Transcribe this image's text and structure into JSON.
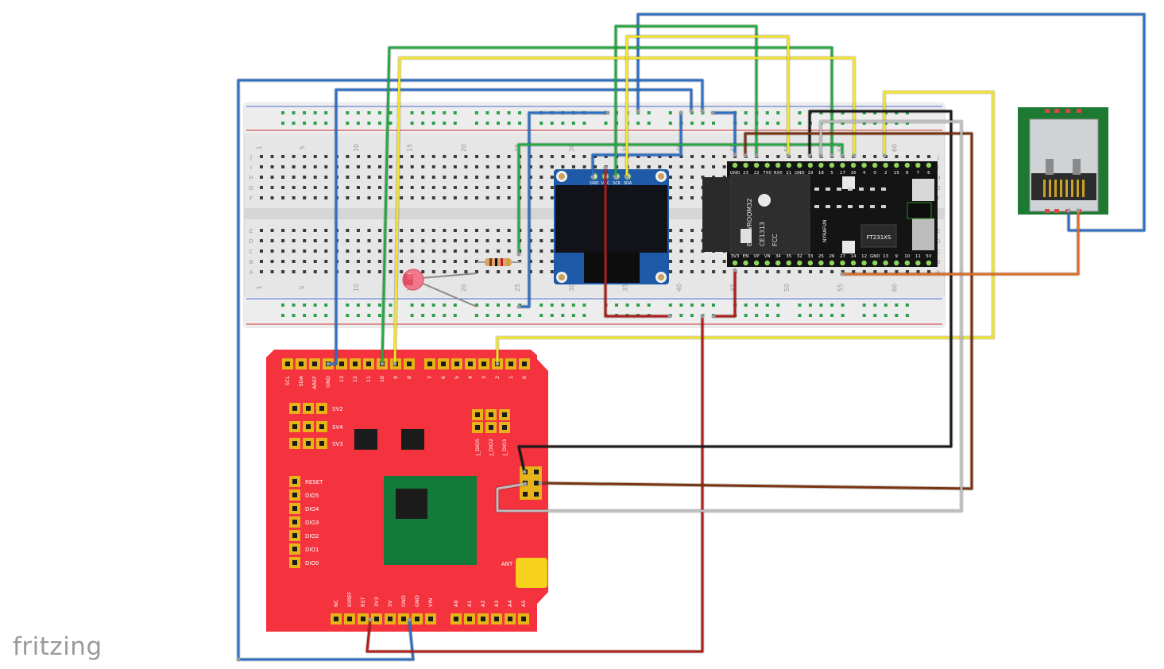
{
  "app": {
    "brand": "fritzing"
  },
  "breadboard": {
    "column_numbers": [
      "1",
      "5",
      "10",
      "15",
      "20",
      "25",
      "30",
      "35",
      "40",
      "45",
      "50",
      "55",
      "60"
    ],
    "row_letters_top": [
      "J",
      "I",
      "H",
      "G",
      "F"
    ],
    "row_letters_bottom": [
      "E",
      "D",
      "C",
      "B",
      "A"
    ]
  },
  "oled": {
    "pins": [
      "GND",
      "VCC",
      "SCK",
      "SDA"
    ]
  },
  "esp32": {
    "module_text": [
      "ESP-WROOM32",
      "CE1313",
      "FCC"
    ],
    "bridge_chip": "FT231XS",
    "brand": "NYRAFUN",
    "top_pins": [
      "GND",
      "23",
      "22",
      "TX0",
      "RX0",
      "21",
      "GND",
      "19",
      "18",
      "5",
      "17",
      "16",
      "4",
      "0",
      "2",
      "15",
      "8",
      "7",
      "6"
    ],
    "bottom_pins": [
      "3V3",
      "EN",
      "VP",
      "VN",
      "34",
      "35",
      "32",
      "33",
      "25",
      "26",
      "27",
      "14",
      "12",
      "GND",
      "13",
      "9",
      "10",
      "11",
      "5V"
    ]
  },
  "shield": {
    "digital_labels": [
      "SCL",
      "SDA",
      "AREF",
      "GND",
      "13",
      "12",
      "11",
      "10",
      "9",
      "8",
      "7",
      "6",
      "5",
      "4",
      "3",
      "2",
      "1",
      "0"
    ],
    "sv_labels": [
      "SV2",
      "SV4",
      "SV3"
    ],
    "jdio_labels": [
      "J_DIO5",
      "J_DIO2",
      "J_DIO1"
    ],
    "dio_labels": [
      "RESET",
      "DIO5",
      "DIO4",
      "DIO3",
      "DIO2",
      "DIO1",
      "DIO0"
    ],
    "power_labels": [
      "NC",
      "IOREF",
      "RST",
      "3V3",
      "5V",
      "GND",
      "GND",
      "VIN"
    ],
    "analog_labels": [
      "A0",
      "A1",
      "A2",
      "A3",
      "A4",
      "A5"
    ],
    "ant_label": "ANT"
  },
  "colors": {
    "wire_blue": "#2f6fc4",
    "wire_green": "#27a844",
    "wire_yellow": "#f2e32c",
    "wire_red": "#b01d1d",
    "wire_black": "#1a1a1a",
    "wire_brown": "#7a3410",
    "wire_white": "#bdbdbd",
    "wire_orange": "#d9702a",
    "shield": "#f4333f",
    "esp_board": "#141414"
  }
}
